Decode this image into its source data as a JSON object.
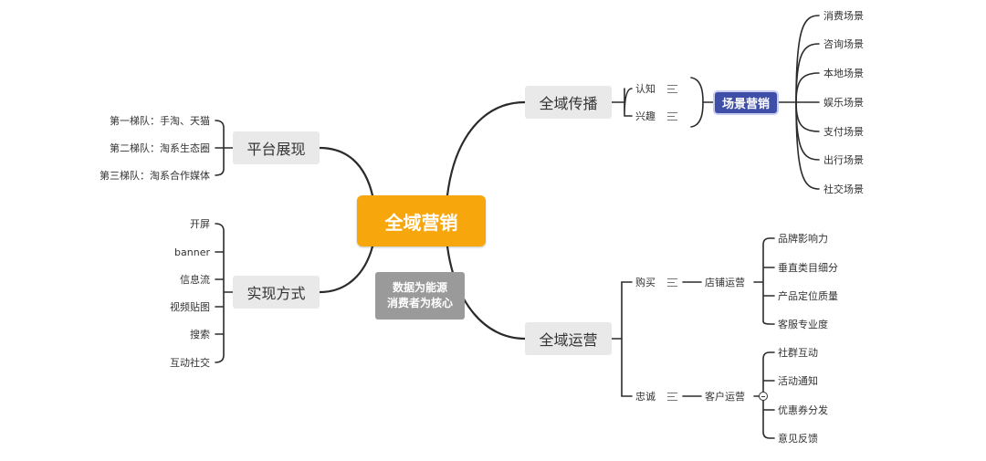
{
  "root": "全域营销",
  "floating": [
    "数据为能源",
    "消费者为核心"
  ],
  "branches": {
    "spread": "全域传播",
    "ops": "全域运营",
    "platform": "平台展现",
    "methods": "实现方式"
  },
  "spread": {
    "items": [
      "认知",
      "兴趣"
    ],
    "scene_label": "场景营销",
    "scenes": [
      "消费场景",
      "咨询场景",
      "本地场景",
      "娱乐场景",
      "支付场景",
      "出行场景",
      "社交场景"
    ]
  },
  "ops": {
    "buy": {
      "label": "购买",
      "sub": "店铺运营",
      "items": [
        "品牌影响力",
        "垂直类目细分",
        "产品定位质量",
        "客服专业度"
      ]
    },
    "loyal": {
      "label": "忠诚",
      "sub": "客户运营",
      "items": [
        "社群互动",
        "活动通知",
        "优惠券分发",
        "意见反馈"
      ]
    }
  },
  "platform": {
    "items": [
      "第一梯队：手淘、天猫",
      "第二梯队：淘系生态圈",
      "第三梯队：淘系合作媒体"
    ]
  },
  "methods": {
    "items": [
      "开屏",
      "banner",
      "信息流",
      "视频贴图",
      "搜索",
      "互动社交"
    ]
  },
  "colors": {
    "root": "#f7a70b",
    "branch": "#e9e9e9",
    "scene": "#3f4fa8",
    "floating": "#9a9a9a",
    "line": "#2b2b2b"
  }
}
